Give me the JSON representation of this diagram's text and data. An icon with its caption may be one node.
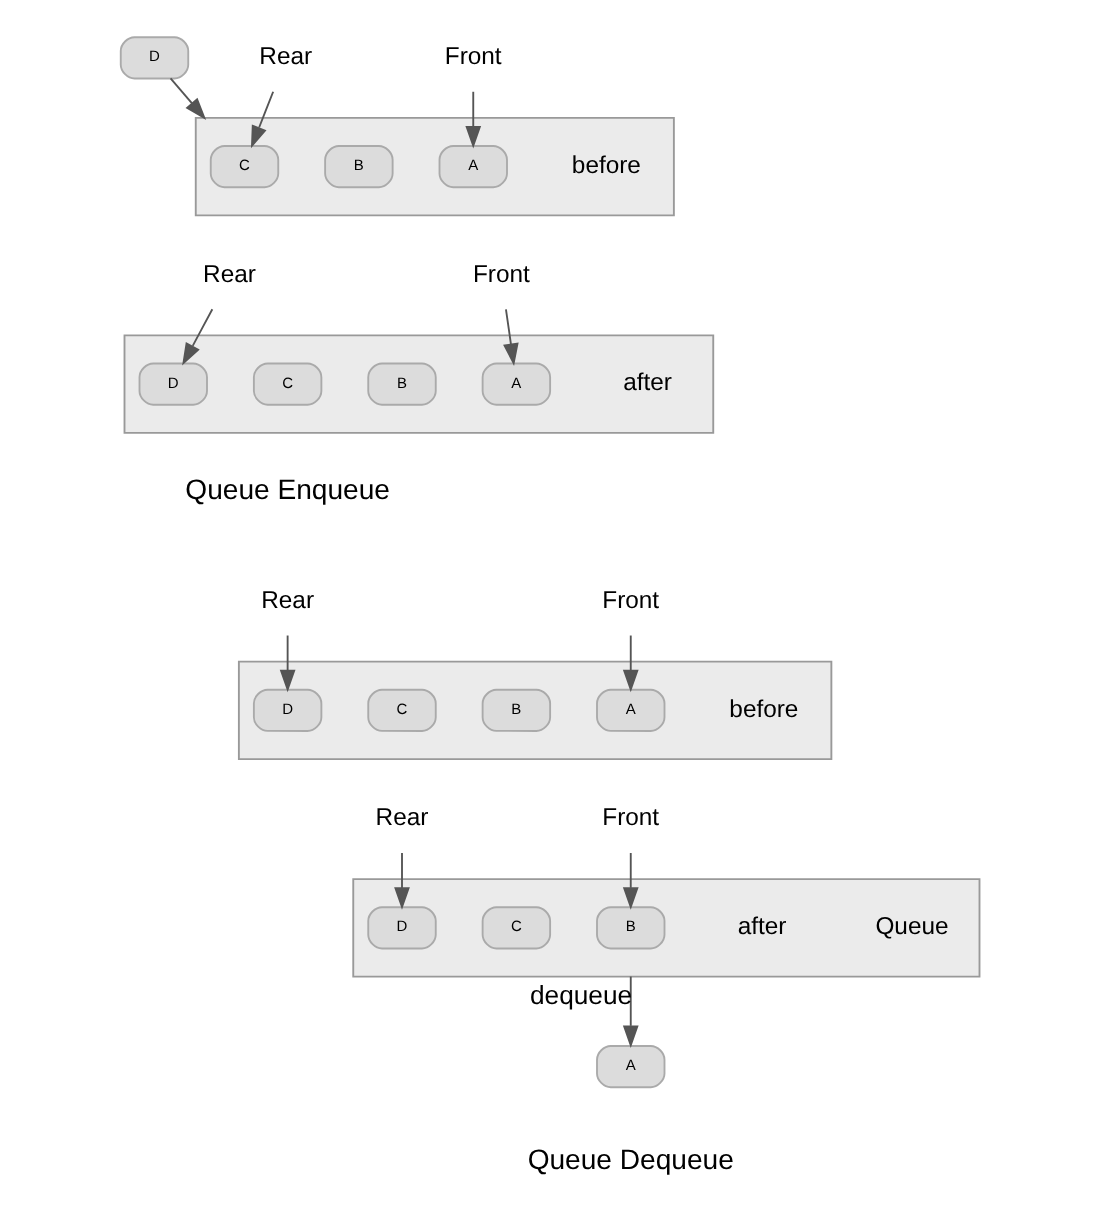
{
  "diagram": {
    "nodes": [
      {
        "text": [
          "D"
        ]
      },
      {
        "text": [],
        "shape": "bar",
        "beside": [
          "before"
        ]
      },
      {
        "text": [
          "C"
        ],
        "in": 1
      },
      {
        "text": [
          "B"
        ],
        "in": 1
      },
      {
        "text": [
          "A"
        ],
        "in": 1
      },
      {
        "text": [
          "Rear"
        ]
      },
      {
        "text": [
          "Front"
        ]
      },
      {
        "text": [],
        "shape": "bar",
        "beside": [
          "after"
        ]
      },
      {
        "text": [
          "D"
        ],
        "in": 7
      },
      {
        "text": [
          "C"
        ],
        "in": 7
      },
      {
        "text": [
          "B"
        ],
        "in": 7
      },
      {
        "text": [
          "A"
        ],
        "in": 7
      },
      {
        "text": [
          "Rear"
        ]
      },
      {
        "text": [
          "Front"
        ]
      },
      {
        "text": [],
        "shape": "bar",
        "beside": [
          "before"
        ]
      },
      {
        "text": [
          "D"
        ],
        "in": 14
      },
      {
        "text": [
          "C"
        ],
        "in": 14
      },
      {
        "text": [
          "B"
        ],
        "in": 14
      },
      {
        "text": [
          "A"
        ],
        "in": 14
      },
      {
        "text": [
          "Rear"
        ]
      },
      {
        "text": [
          "Front"
        ]
      },
      {
        "text": [],
        "shape": "bar",
        "beside": [
          "after",
          "Queue"
        ]
      },
      {
        "text": [
          "D"
        ],
        "in": 21
      },
      {
        "text": [
          "C"
        ],
        "in": 21
      },
      {
        "text": [
          "B"
        ],
        "in": 21
      },
      {
        "text": [
          "Rear"
        ]
      },
      {
        "text": [
          "Front"
        ]
      },
      {
        "text": [
          "A"
        ]
      }
    ],
    "edges": [
      {
        "from": 0,
        "to": 1,
        "arrow": "to"
      },
      {
        "from": 5,
        "to": 2,
        "arrow": "to"
      },
      {
        "from": 6,
        "to": 4,
        "arrow": "to"
      },
      {
        "from": 12,
        "to": 8,
        "arrow": "to"
      },
      {
        "from": 13,
        "to": 11,
        "arrow": "to"
      },
      {
        "from": 19,
        "to": 15,
        "arrow": "to"
      },
      {
        "from": 20,
        "to": 18,
        "arrow": "to"
      },
      {
        "from": 25,
        "to": 22,
        "arrow": "to"
      },
      {
        "from": 26,
        "to": 24,
        "arrow": "to"
      },
      {
        "from": 21,
        "to": 27,
        "arrow": "to",
        "label": "dequeue"
      }
    ],
    "labels": [
      "Queue Enqueue",
      "Queue Dequeue"
    ]
  }
}
